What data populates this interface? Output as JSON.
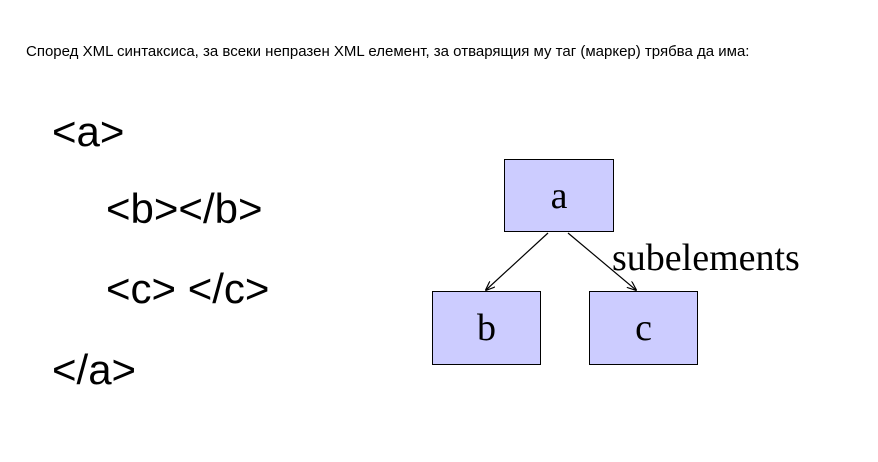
{
  "intro_text": "Според XML синтаксиса, за всеки непразен XML елемент, за отварящия му таг (маркер) трябва да има:",
  "code_lines": [
    "<a>",
    "<b></b>",
    "<c> </c>",
    "</a>"
  ],
  "tree": {
    "root": "a",
    "children": [
      "b",
      "c"
    ],
    "edge_label": "subelements"
  },
  "colors": {
    "node_fill": "#ccccff",
    "node_border": "#000000",
    "text": "#000000",
    "background": "#ffffff"
  }
}
